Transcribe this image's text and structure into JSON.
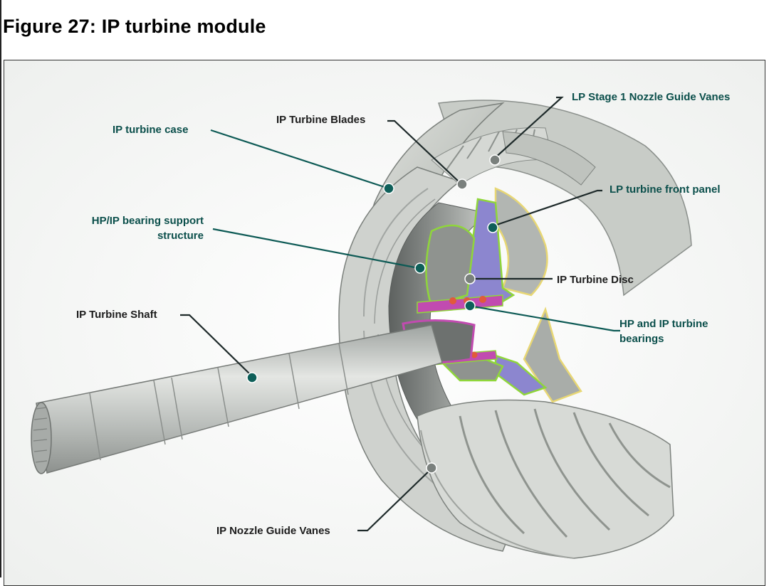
{
  "figure": {
    "title": "Figure 27: IP turbine module"
  },
  "labels": {
    "ip_turbine_case": "IP turbine case",
    "ip_turbine_blades": "IP Turbine Blades",
    "lp_stage1_ngv": "LP Stage 1 Nozzle Guide Vanes",
    "lp_turbine_front_panel": "LP turbine front panel",
    "hp_ip_bearing_support_line1": "HP/IP bearing support",
    "hp_ip_bearing_support_line2": "structure",
    "ip_turbine_disc": "IP Turbine Disc",
    "ip_turbine_shaft": "IP Turbine Shaft",
    "hp_ip_bearings_line1": "HP and IP turbine",
    "hp_ip_bearings_line2": "bearings",
    "ip_nozzle_guide_vanes": "IP Nozzle Guide Vanes"
  },
  "colors": {
    "leader": "#1e2a2a",
    "leader_teal": "#0d5a55",
    "marker": "#0e5f59",
    "metal_light": "#d9dcd8",
    "metal_mid": "#b9bdb8",
    "metal_dark": "#7d827f",
    "disc_purple": "#8c86cf",
    "bearing_magenta": "#c14bb0",
    "outline_green": "#8fd63a",
    "panel_yellow": "#e8d774"
  }
}
